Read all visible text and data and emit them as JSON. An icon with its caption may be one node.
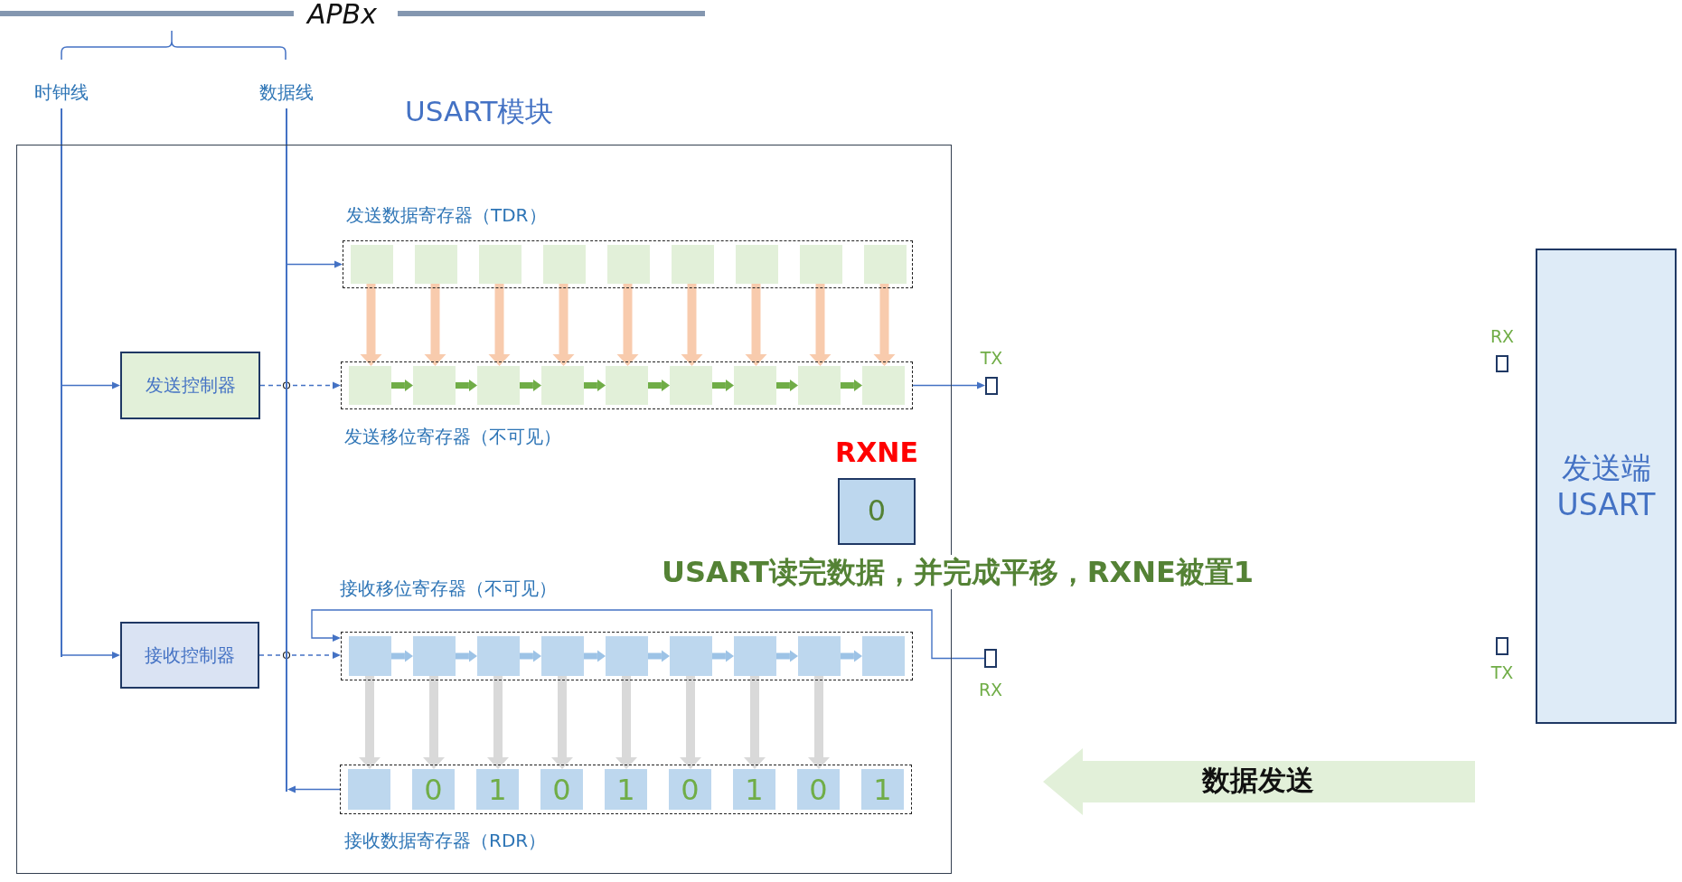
{
  "diagram": {
    "nodes": [
      {
        "text": [],
        "shape": "bar",
        "beside": [
          "时钟线"
        ]
      },
      {
        "text": [],
        "shape": "bar",
        "beside": [
          "数据线"
        ]
      },
      {
        "text": [
          "USART模块"
        ]
      },
      {
        "text": [
          "发送数据寄存器（TDR）"
        ],
        "in": 2
      },
      {
        "text": [],
        "shape": "box",
        "in": 3
      },
      {
        "text": [],
        "shape": "box",
        "in": 3
      },
      {
        "text": [],
        "shape": "box",
        "in": 3
      },
      {
        "text": [],
        "shape": "box",
        "in": 3
      },
      {
        "text": [],
        "shape": "box",
        "in": 3
      },
      {
        "text": [],
        "shape": "box",
        "in": 3
      },
      {
        "text": [],
        "shape": "box",
        "in": 3
      },
      {
        "text": [],
        "shape": "box",
        "in": 3
      },
      {
        "text": [],
        "shape": "box",
        "in": 3
      },
      {
        "text": [
          "发送控制器"
        ],
        "in": 2
      },
      {
        "text": [
          "发送移位寄存器（不可见）"
        ],
        "in": 2
      },
      {
        "text": [],
        "shape": "box",
        "in": 14
      },
      {
        "text": [],
        "shape": "box",
        "in": 14
      },
      {
        "text": [],
        "shape": "box",
        "in": 14
      },
      {
        "text": [],
        "shape": "box",
        "in": 14
      },
      {
        "text": [],
        "shape": "box",
        "in": 14
      },
      {
        "text": [],
        "shape": "box",
        "in": 14
      },
      {
        "text": [],
        "shape": "box",
        "in": 14
      },
      {
        "text": [],
        "shape": "box",
        "in": 14
      },
      {
        "text": [],
        "shape": "box",
        "in": 14
      },
      {
        "text": [
          "TX"
        ]
      },
      {
        "text": [
          "RXNE",
          "0"
        ],
        "in": 2
      },
      {
        "text": [
          "接收控制器"
        ],
        "in": 2
      },
      {
        "text": [
          "接收移位寄存器（不可见）"
        ],
        "in": 2
      },
      {
        "text": [],
        "shape": "box",
        "in": 27
      },
      {
        "text": [],
        "shape": "box",
        "in": 27
      },
      {
        "text": [],
        "shape": "box",
        "in": 27
      },
      {
        "text": [],
        "shape": "box",
        "in": 27
      },
      {
        "text": [],
        "shape": "box",
        "in": 27
      },
      {
        "text": [],
        "shape": "box",
        "in": 27
      },
      {
        "text": [],
        "shape": "box",
        "in": 27
      },
      {
        "text": [],
        "shape": "box",
        "in": 27
      },
      {
        "text": [],
        "shape": "box",
        "in": 27
      },
      {
        "text": [
          "RX"
        ]
      },
      {
        "text": [
          "接收数据寄存器（RDR）"
        ],
        "in": 2
      },
      {
        "text": [],
        "shape": "box",
        "in": 38
      },
      {
        "text": [
          "0"
        ],
        "in": 38
      },
      {
        "text": [
          "1"
        ],
        "in": 38
      },
      {
        "text": [
          "0"
        ],
        "in": 38
      },
      {
        "text": [
          "1"
        ],
        "in": 38
      },
      {
        "text": [
          "0"
        ],
        "in": 38
      },
      {
        "text": [
          "1"
        ],
        "in": 38
      },
      {
        "text": [
          "0"
        ],
        "in": 38
      },
      {
        "text": [
          "1"
        ],
        "in": 38
      },
      {
        "text": [
          "发送端 USART"
        ]
      },
      {
        "text": [
          "RX"
        ]
      },
      {
        "text": [
          "TX"
        ]
      },
      {
        "text": [
          "数据发送"
        ]
      }
    ],
    "edges": [
      {
        "from": 0,
        "to": 13,
        "arrow": "to",
        "color": "#4472c4"
      },
      {
        "from": 0,
        "to": 26,
        "arrow": "to",
        "color": "#4472c4"
      },
      {
        "from": 1,
        "to": 3,
        "arrow": "to",
        "color": "#4472c4"
      },
      {
        "from": 38,
        "to": 1,
        "arrow": "to",
        "color": "#4472c4"
      },
      {
        "from": 13,
        "to": 14,
        "arrow": "to",
        "style": "dashed",
        "color": "#4472c4"
      },
      {
        "from": 26,
        "to": 27,
        "arrow": "to",
        "style": "dashed",
        "color": "#4472c4"
      },
      {
        "from": 14,
        "to": 24,
        "arrow": "to",
        "color": "#4472c4"
      },
      {
        "from": 37,
        "to": 27,
        "arrow": "to",
        "color": "#4472c4"
      },
      {
        "from": 4,
        "to": 15,
        "arrow": "to",
        "color": "#f8cbad"
      },
      {
        "from": 5,
        "to": 16,
        "arrow": "to",
        "color": "#f8cbad"
      },
      {
        "from": 6,
        "to": 17,
        "arrow": "to",
        "color": "#f8cbad"
      },
      {
        "from": 7,
        "to": 18,
        "arrow": "to",
        "color": "#f8cbad"
      },
      {
        "from": 8,
        "to": 19,
        "arrow": "to",
        "color": "#f8cbad"
      },
      {
        "from": 9,
        "to": 20,
        "arrow": "to",
        "color": "#f8cbad"
      },
      {
        "from": 10,
        "to": 21,
        "arrow": "to",
        "color": "#f8cbad"
      },
      {
        "from": 11,
        "to": 22,
        "arrow": "to",
        "color": "#f8cbad"
      },
      {
        "from": 12,
        "to": 23,
        "arrow": "to",
        "color": "#f8cbad"
      },
      {
        "from": 15,
        "to": 16,
        "arrow": "to",
        "color": "#70ad47"
      },
      {
        "from": 16,
        "to": 17,
        "arrow": "to",
        "color": "#70ad47"
      },
      {
        "from": 17,
        "to": 18,
        "arrow": "to",
        "color": "#70ad47"
      },
      {
        "from": 18,
        "to": 19,
        "arrow": "to",
        "color": "#70ad47"
      },
      {
        "from": 19,
        "to": 20,
        "arrow": "to",
        "color": "#70ad47"
      },
      {
        "from": 20,
        "to": 21,
        "arrow": "to",
        "color": "#70ad47"
      },
      {
        "from": 21,
        "to": 22,
        "arrow": "to",
        "color": "#70ad47"
      },
      {
        "from": 22,
        "to": 23,
        "arrow": "to",
        "color": "#70ad47"
      },
      {
        "from": 28,
        "to": 29,
        "arrow": "to",
        "color": "#9dc3e6"
      },
      {
        "from": 29,
        "to": 30,
        "arrow": "to",
        "color": "#9dc3e6"
      },
      {
        "from": 30,
        "to": 31,
        "arrow": "to",
        "color": "#9dc3e6"
      },
      {
        "from": 31,
        "to": 32,
        "arrow": "to",
        "color": "#9dc3e6"
      },
      {
        "from": 32,
        "to": 33,
        "arrow": "to",
        "color": "#9dc3e6"
      },
      {
        "from": 33,
        "to": 34,
        "arrow": "to",
        "color": "#9dc3e6"
      },
      {
        "from": 34,
        "to": 35,
        "arrow": "to",
        "color": "#9dc3e6"
      },
      {
        "from": 35,
        "to": 36,
        "arrow": "to",
        "color": "#9dc3e6"
      },
      {
        "from": 28,
        "to": 39,
        "arrow": "to",
        "color": "#d9d9d9"
      },
      {
        "from": 29,
        "to": 40,
        "arrow": "to",
        "color": "#d9d9d9"
      },
      {
        "from": 30,
        "to": 41,
        "arrow": "to",
        "color": "#d9d9d9"
      },
      {
        "from": 31,
        "to": 42,
        "arrow": "to",
        "color": "#d9d9d9"
      },
      {
        "from": 32,
        "to": 43,
        "arrow": "to",
        "color": "#d9d9d9"
      },
      {
        "from": 33,
        "to": 44,
        "arrow": "to",
        "color": "#d9d9d9"
      },
      {
        "from": 34,
        "to": 45,
        "arrow": "to",
        "color": "#d9d9d9"
      },
      {
        "from": 35,
        "to": 46,
        "arrow": "to",
        "color": "#d9d9d9"
      }
    ],
    "labels": [
      "APBx",
      "USART读完数据，并完成平移，RXNE被置1"
    ]
  }
}
